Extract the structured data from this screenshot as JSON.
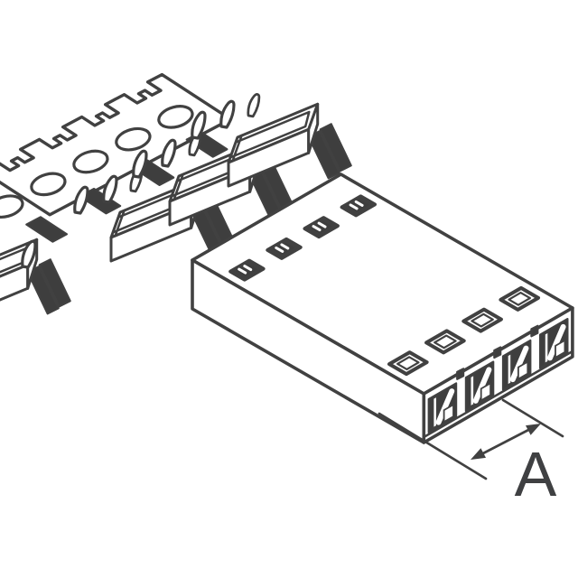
{
  "page": {
    "background": "#ffffff"
  },
  "drawing": {
    "kind": "isometric-technical-line-drawing",
    "subject": "crimp terminal carrier strip and 4-position rectangular connector housing",
    "positions": 4
  },
  "dimension": {
    "label": "A"
  },
  "colors": {
    "ink": "#414141",
    "dark": "#3e3e3e",
    "label": "#3f4042",
    "background": "#ffffff"
  }
}
